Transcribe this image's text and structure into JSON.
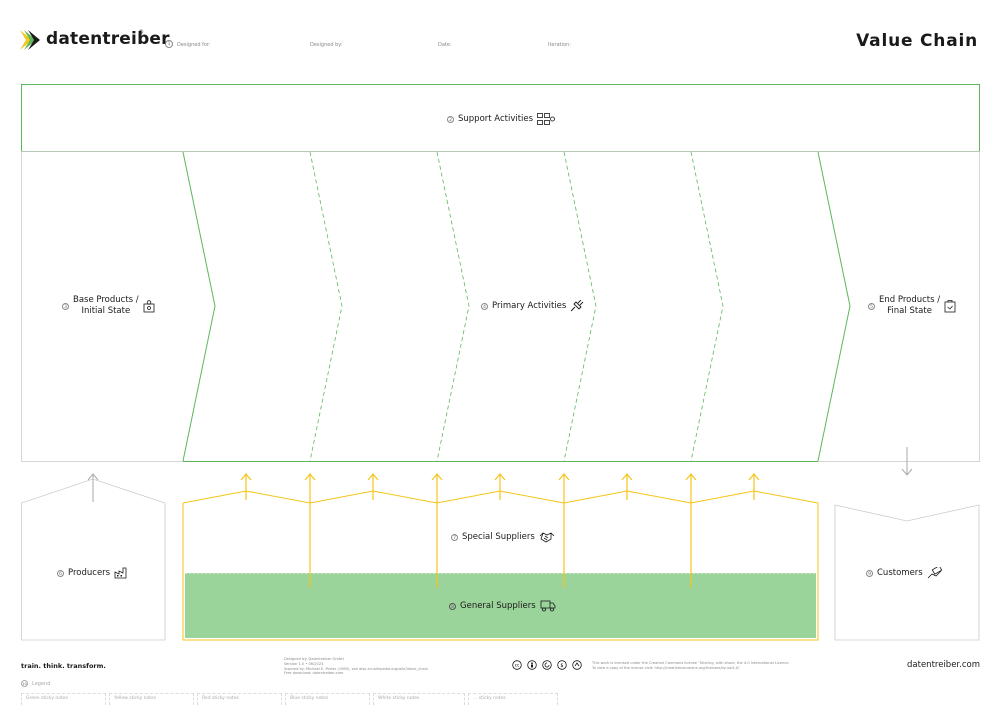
{
  "brand": {
    "name": "datentreiber",
    "tagline": "train. think. transform.",
    "site": "datentreiber.com",
    "registered": "®"
  },
  "header": {
    "circle_no": "1",
    "fields": [
      "Designed for:",
      "Designed by:",
      "Date:",
      "Iteration:"
    ],
    "title": "Value Chain"
  },
  "sections": {
    "support": {
      "num": "2",
      "label": "Support Activities",
      "icon": "process-nodes-icon"
    },
    "base": {
      "num": "3",
      "label": "Base Products / Initial State",
      "line1": "Base Products /",
      "line2": "Initial State",
      "icon": "puzzle-box-icon"
    },
    "primary": {
      "num": "4",
      "label": "Primary Activities",
      "icon": "plug-icon"
    },
    "end": {
      "num": "5",
      "label": "End Products / Final State",
      "line1": "End Products /",
      "line2": "Final State",
      "icon": "package-icon"
    },
    "producers": {
      "num": "6",
      "label": "Producers",
      "icon": "factory-icon"
    },
    "special": {
      "num": "7",
      "label": "Special Suppliers",
      "icon": "handshake-icon"
    },
    "general": {
      "num": "8",
      "label": "General Suppliers",
      "icon": "truck-icon"
    },
    "customers": {
      "num": "9",
      "label": "Customers",
      "icon": "money-hand-icon"
    }
  },
  "colors": {
    "green": "#5cb85c",
    "yellow": "#f5c518",
    "fill_green": "#9bd49b",
    "gray": "#cccccc"
  },
  "footer": {
    "design_lines": [
      "Designed by: Datentreiber GmbH",
      "Version 1.0 • 06/2023",
      "Inspired by: Michael E. Porter (1985), see also en.wikipedia.org/wiki/Value_chain",
      "Free download: datentreiber.com"
    ],
    "license_lines": [
      "This work is licensed under the Creative Commons license \"Sharing, with share, the 4.0 International Licence.",
      "To view a copy of the license visit: http://creativecommons.org/licenses/by-sa/4.0/"
    ],
    "legend_num": "10",
    "legend_title": "Legend",
    "legend_items": [
      "Green sticky notes",
      "Yellow sticky notes",
      "Red sticky notes",
      "Blue sticky notes",
      "White sticky notes",
      "... sticky notes"
    ]
  }
}
